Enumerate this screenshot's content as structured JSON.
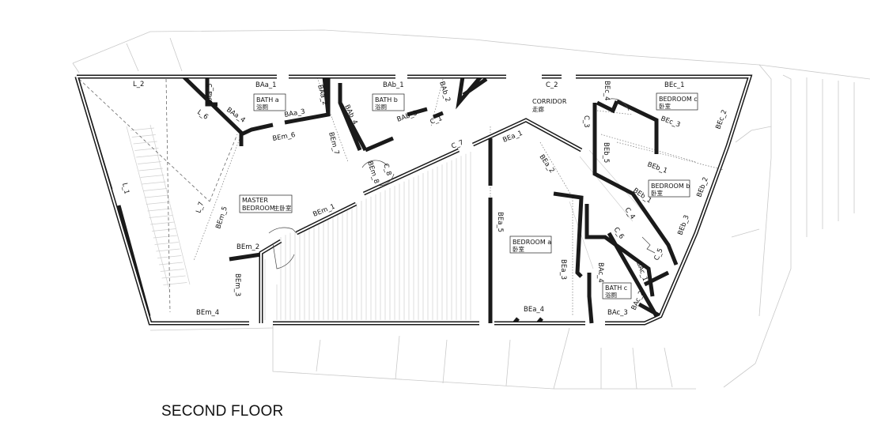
{
  "floor_title": "SECOND FLOOR",
  "rooms": {
    "bath_a": {
      "name": "BATH a",
      "cn": "浴厕"
    },
    "bath_b": {
      "name": "BATH b",
      "cn": "浴厕"
    },
    "bath_c": {
      "name": "BATH c",
      "cn": "浴厕"
    },
    "corridor": {
      "name": "CORRIDOR",
      "cn": "走廊"
    },
    "bedroom_a": {
      "name": "BEDROOM a",
      "cn": "卧室"
    },
    "bedroom_b": {
      "name": "BEDROOM b",
      "cn": "卧室"
    },
    "bedroom_c": {
      "name": "BEDROOM c",
      "cn": "卧室"
    },
    "master": {
      "name": "MASTER",
      "name2": "BEDROOM",
      "cn": "主卧室"
    }
  },
  "wall_labels": {
    "L_1": "L_1",
    "L_2": "L_2",
    "L_6": "L_6",
    "L_7": "L_7",
    "BAa_1": "BAa_1",
    "BAa_2": "BAa_2",
    "BAa_3": "BAa_3",
    "BAa_4": "BAa_4",
    "BAa_5": "BAa_5",
    "BAb_1": "BAb_1",
    "BAb_2": "BAb_2",
    "BAb_3": "BAb_3",
    "BAb_4": "BAb_4",
    "C_1": "C_1",
    "C_2": "C_2",
    "C_3": "C_3",
    "C_4": "C_4",
    "C_5": "C_5",
    "C_6": "C_6",
    "C_7": "C_7",
    "C_8": "C_8",
    "BEc_1": "BEc_1",
    "BEc_2": "BEc_2",
    "BEc_3": "BEc_3",
    "BEc_4": "BEc_4",
    "BEb_1a": "BEb_1",
    "BEb_1b": "BEb_1",
    "BEb_2": "BEb_2",
    "BEb_3": "BEb_3",
    "BEb_5": "BEb_5",
    "BEa_1": "BEa_1",
    "BEa_2": "BEa_2",
    "BEa_3": "BEa_3",
    "BEa_4": "BEa_4",
    "BEa_5": "BEa_5",
    "BEm_1": "BEm_1",
    "BEm_2": "BEm_2",
    "BEm_3": "BEm_3",
    "BEm_4": "BEm_4",
    "BEm_5": "BEm_5",
    "BEm_6": "BEm_6",
    "BEm_7": "BEm_7",
    "BEm_8": "BEm_8",
    "BAc_1": "BAc_1",
    "BAc_2": "BAc_2",
    "BAc_3": "BAc_3",
    "BAc_4": "BAc_4"
  }
}
